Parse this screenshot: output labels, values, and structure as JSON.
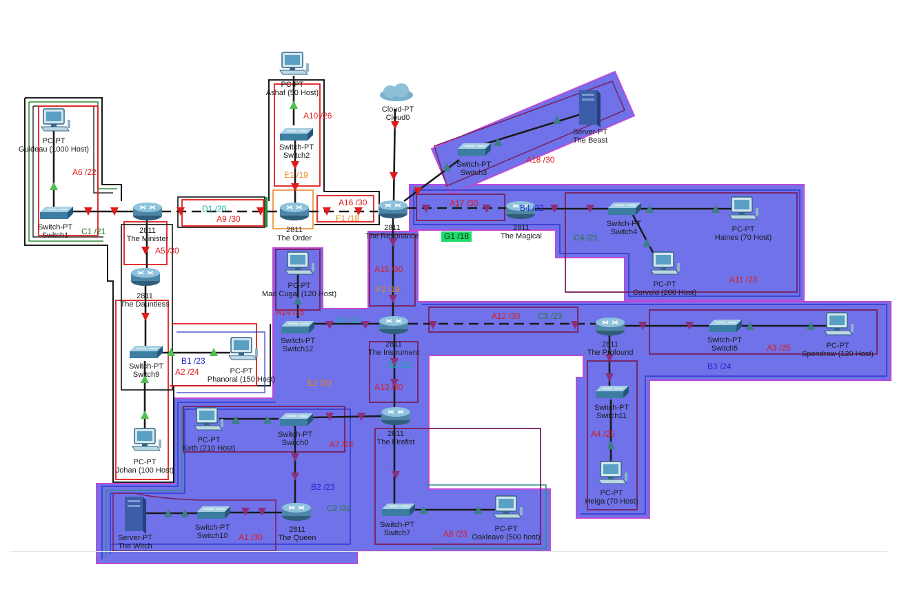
{
  "colors": {
    "zone_fill": "#6f72e8",
    "zone_outline_magenta": "#c04ad8",
    "zone_outline_blue": "#3236cc",
    "zone_outline_teal": "#2a8e86",
    "box_red": "#e01b1b",
    "box_purple": "#7a1f5c",
    "box_black": "#000000",
    "box_green": "#2d8a3a",
    "box_orange": "#e8841e",
    "tri_red": "#e01b1b",
    "tri_green": "#4fbf50",
    "tri_teal": "#3e7e86",
    "tri_purple": "#8a2f7a",
    "link": "#1a1a1a",
    "label_red": "#e01b1b",
    "label_green": "#1f7a2a",
    "label_blue": "#2323d0",
    "label_orange": "#e8841e",
    "label_teal": "#10b0a0"
  },
  "devices": {
    "pc_guideau": {
      "type": "PC-PT",
      "name": "Guideau (1000 Host)",
      "icon": "pc-icon"
    },
    "sw_switch1": {
      "type": "Switch-PT",
      "name": "Switch1",
      "icon": "switch-icon"
    },
    "r_minister": {
      "type": "2811",
      "name": "The Minister",
      "icon": "router-icon"
    },
    "r_dauntless": {
      "type": "2811",
      "name": "The Dauntless",
      "icon": "router-icon"
    },
    "sw_switch9": {
      "type": "Switch-PT",
      "name": "Switch9",
      "icon": "switch-icon"
    },
    "pc_phanoral": {
      "type": "PC-PT",
      "name": "Phanoral (150 Host)",
      "icon": "pc-icon"
    },
    "pc_johan": {
      "type": "PC-PT",
      "name": "Johan (100 Host)",
      "icon": "pc-icon"
    },
    "pc_ashaf": {
      "type": "PC-PT",
      "name": "Ashaf (50 Host)",
      "icon": "pc-icon"
    },
    "sw_switch2": {
      "type": "Switch-PT",
      "name": "Switch2",
      "icon": "switch-icon"
    },
    "r_order": {
      "type": "2811",
      "name": "The Order",
      "icon": "router-icon"
    },
    "cloud0": {
      "type": "Cloud-PT",
      "name": "Cloud0",
      "icon": "cloud-icon"
    },
    "r_resonance": {
      "type": "2811",
      "name": "The Resonance",
      "icon": "router-icon"
    },
    "sw_switch3": {
      "type": "Switch-PT",
      "name": "Switch3",
      "icon": "switch-icon"
    },
    "srv_beast": {
      "type": "Server-PT",
      "name": "The Beast",
      "icon": "server-icon"
    },
    "r_magical": {
      "type": "2811",
      "name": "The Magical",
      "icon": "router-icon"
    },
    "sw_switch4": {
      "type": "Switch-PT",
      "name": "Switch4",
      "icon": "switch-icon"
    },
    "pc_haines": {
      "type": "PC-PT",
      "name": "Haines (70 Host)",
      "icon": "pc-icon"
    },
    "pc_corvold": {
      "type": "PC-PT",
      "name": "Corvold (200 Host)",
      "icon": "pc-icon"
    },
    "pc_madcugat": {
      "type": "PC-PT",
      "name": "Mad Cugat (120 Host)",
      "icon": "pc-icon"
    },
    "sw_switch12": {
      "type": "Switch-PT",
      "name": "Switch12",
      "icon": "switch-icon"
    },
    "r_instrument": {
      "type": "2811",
      "name": "The Instrument",
      "icon": "router-icon"
    },
    "r_profound": {
      "type": "2811",
      "name": "The Profound",
      "icon": "router-icon"
    },
    "sw_switch5": {
      "type": "Switch-PT",
      "name": "Switch5",
      "icon": "switch-icon"
    },
    "pc_spendrow": {
      "type": "PC-PT",
      "name": "Spendrow (120 Host)",
      "icon": "pc-icon"
    },
    "sw_switch11": {
      "type": "Switch-PT",
      "name": "Switch11",
      "icon": "switch-icon"
    },
    "pc_heiga": {
      "type": "PC-PT",
      "name": "Heiga (70 Host)",
      "icon": "pc-icon"
    },
    "pc_keth": {
      "type": "PC-PT",
      "name": "Keth (210 Host)",
      "icon": "pc-icon"
    },
    "sw_switch0": {
      "type": "Switch-PT",
      "name": "Switch0",
      "icon": "switch-icon"
    },
    "r_firefist": {
      "type": "2811",
      "name": "The Firefist",
      "icon": "router-icon"
    },
    "r_queen": {
      "type": "2811",
      "name": "The Queen",
      "icon": "router-icon"
    },
    "srv_witch": {
      "type": "Server-PT",
      "name": "The Witch",
      "icon": "server-icon"
    },
    "sw_switch10": {
      "type": "Switch-PT",
      "name": "Switch10",
      "icon": "switch-icon"
    },
    "sw_switch7": {
      "type": "Switch-PT",
      "name": "Switch7",
      "icon": "switch-icon"
    },
    "pc_oakleave": {
      "type": "PC-PT",
      "name": "Oakleave (500 host)",
      "icon": "pc-icon"
    }
  },
  "subnets": {
    "a1": {
      "text": "A1 /30",
      "color": "label_red"
    },
    "a2": {
      "text": "A2 /24",
      "color": "label_red"
    },
    "a3": {
      "text": "A3 /25",
      "color": "label_red"
    },
    "a4": {
      "text": "A4 /25",
      "color": "label_red"
    },
    "a5": {
      "text": "A5 /30",
      "color": "label_red"
    },
    "a6": {
      "text": "A6 /22",
      "color": "label_red"
    },
    "a7": {
      "text": "A7 /24",
      "color": "label_red"
    },
    "a8": {
      "text": "A8 /23",
      "color": "label_red"
    },
    "a9": {
      "text": "A9 /30",
      "color": "label_red"
    },
    "a10": {
      "text": "A10 /26",
      "color": "label_red"
    },
    "a11": {
      "text": "A11 /23",
      "color": "label_red"
    },
    "a12": {
      "text": "A12 /30",
      "color": "label_red"
    },
    "a13": {
      "text": "A13 /30",
      "color": "label_red"
    },
    "a14": {
      "text": "A14 /25",
      "color": "label_red"
    },
    "a15": {
      "text": "A15 /30",
      "color": "label_red"
    },
    "a16": {
      "text": "A16 /30",
      "color": "label_red"
    },
    "a17": {
      "text": "A17 /30",
      "color": "label_red"
    },
    "a18": {
      "text": "A18 /30",
      "color": "label_red"
    },
    "b1": {
      "text": "B1 /23",
      "color": "label_blue"
    },
    "b2": {
      "text": "B2 /23",
      "color": "label_blue"
    },
    "b3": {
      "text": "B3 /24",
      "color": "label_blue"
    },
    "b4": {
      "text": "B4 /22",
      "color": "label_blue"
    },
    "c1": {
      "text": "C1 /21",
      "color": "label_green"
    },
    "c2": {
      "text": "C2 /22",
      "color": "label_green"
    },
    "c3": {
      "text": "C3 /23",
      "color": "label_green"
    },
    "c4": {
      "text": "C4 /21",
      "color": "label_green"
    },
    "d1": {
      "text": "D1 /20",
      "color": "label_teal"
    },
    "d2": {
      "text": "D2 /21",
      "color": "label_teal"
    },
    "d3": {
      "text": "D3 /22",
      "color": "label_teal"
    },
    "e1": {
      "text": "E1 /19",
      "color": "label_orange"
    },
    "e2": {
      "text": "E2 /20",
      "color": "label_orange"
    },
    "f1": {
      "text": "F1 /18",
      "color": "label_orange"
    },
    "f2": {
      "text": "F2 /19",
      "color": "label_orange"
    },
    "g1": {
      "text": "G1 /18",
      "color": "label_green"
    }
  }
}
